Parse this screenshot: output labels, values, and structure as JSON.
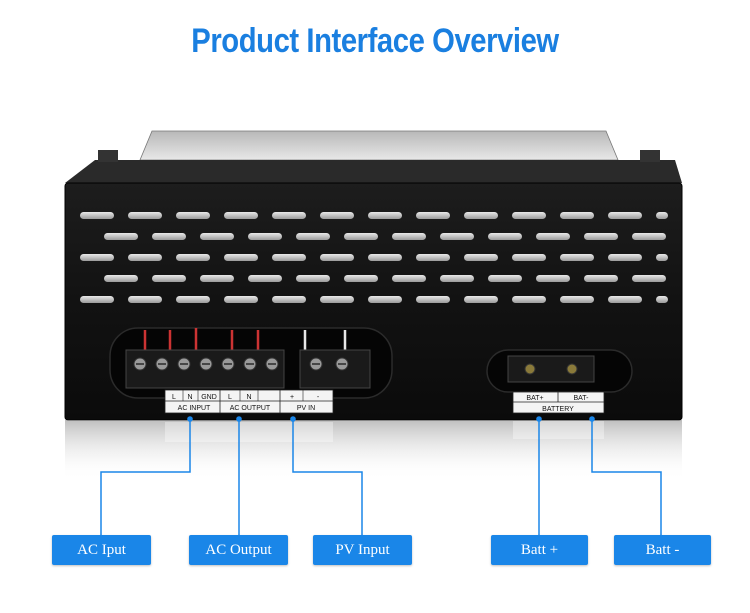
{
  "title": "Product Interface Overview",
  "colors": {
    "accent": "#1a86e8",
    "title": "#1a7fe0",
    "chassis": "#141414"
  },
  "panel_labels": {
    "ac_in_l": "L",
    "ac_in_n": "N",
    "gnd": "GND",
    "ac_out_l": "L",
    "ac_out_n": "N",
    "pv_plus": "+",
    "pv_minus": "-",
    "ac_input": "AC INPUT",
    "ac_output": "AC OUTPUT",
    "pv_in": "PV IN",
    "bat_plus": "BAT+",
    "bat_minus": "BAT-",
    "battery": "BATTERY"
  },
  "callouts": {
    "ac_input": "AC Iput",
    "ac_output": "AC Output",
    "pv_input": "PV Input",
    "batt_plus": "Batt +",
    "batt_minus": "Batt -"
  }
}
